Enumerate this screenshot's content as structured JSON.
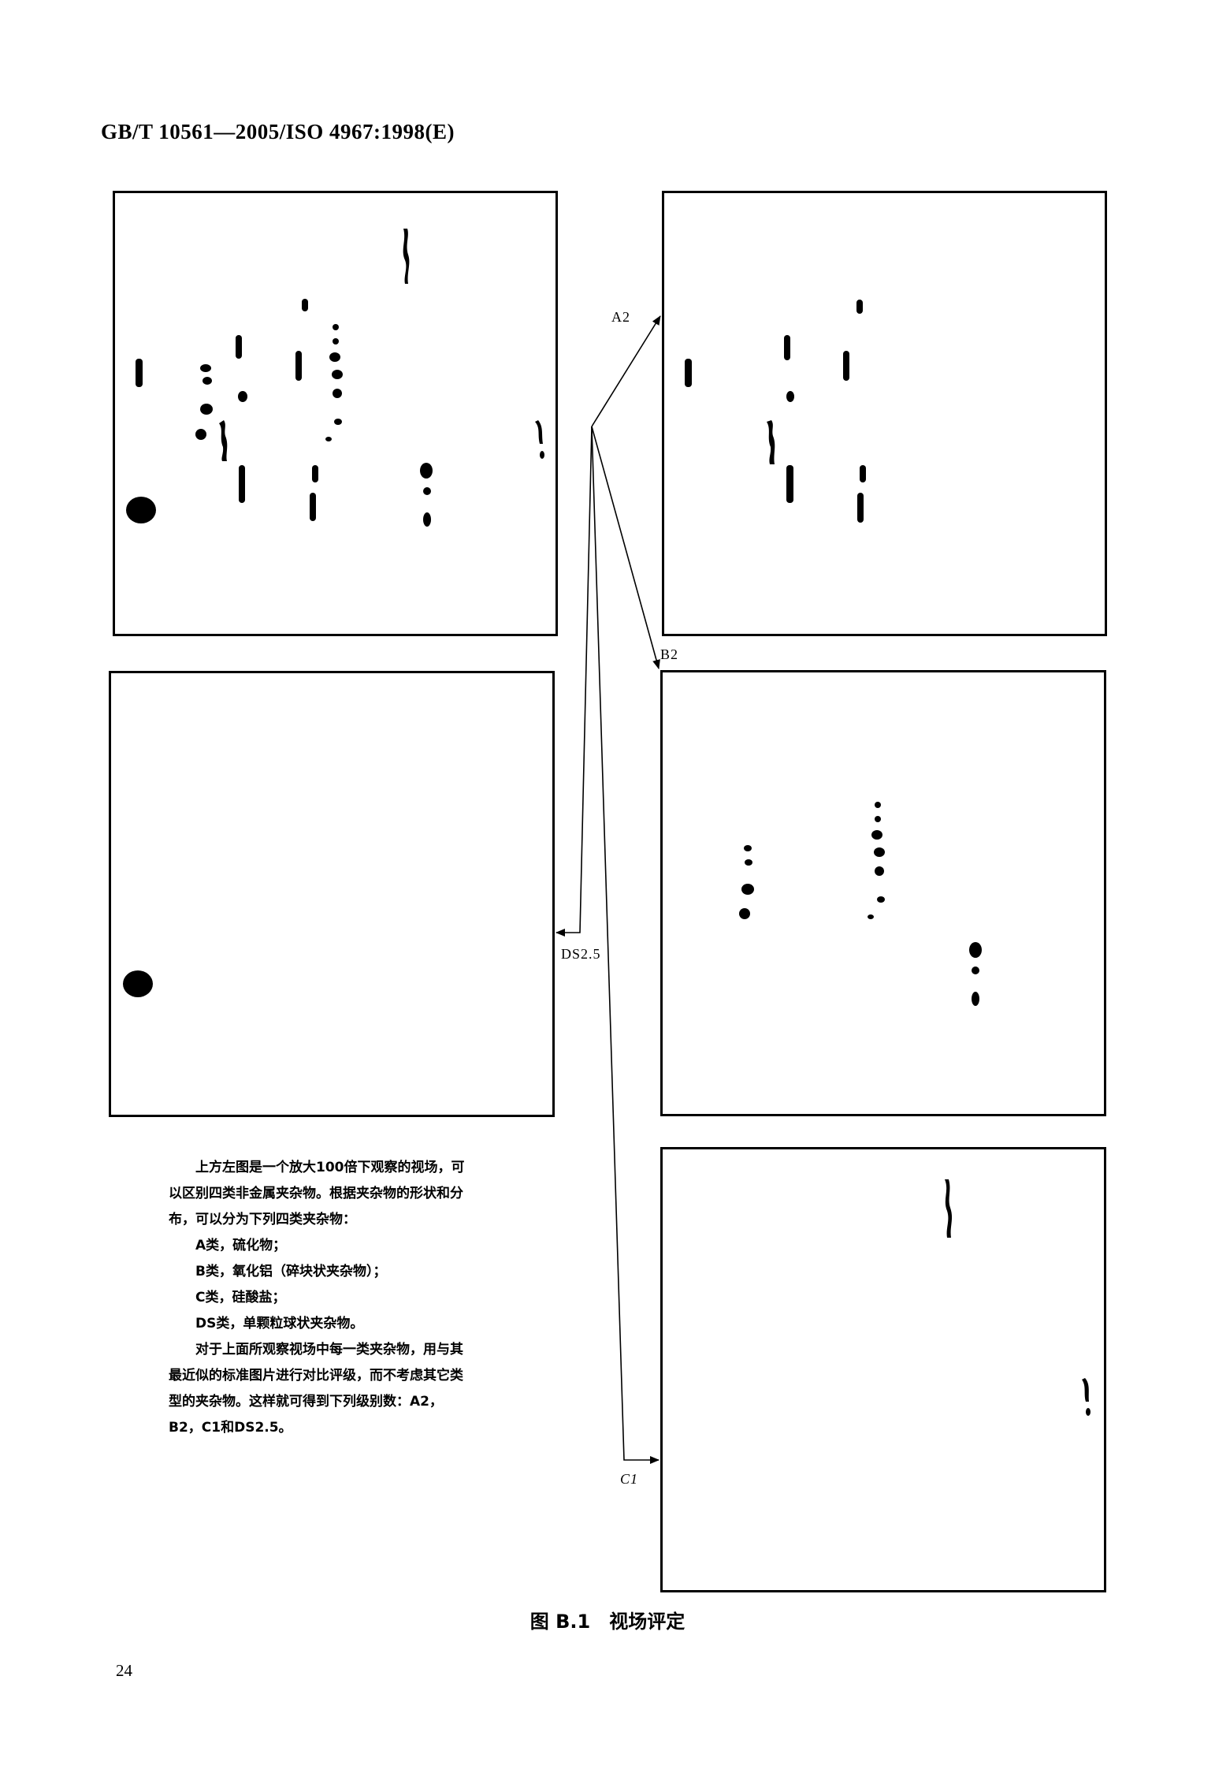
{
  "header": {
    "standard": "GB/T 10561—2005/ISO 4967:1998(E)"
  },
  "labels": {
    "a2": "A2",
    "b2": "B2",
    "ds": "DS2.5",
    "c1": "C1"
  },
  "description": {
    "intro": "上方左图是一个放大100倍下观察的视场，可以区别四类非金属夹杂物。根据夹杂物的形状和分布，可以分为下列四类夹杂物：",
    "items": [
      "A类，硫化物；",
      "B类，氧化铝（碎块状夹杂物）；",
      "C类，硅酸盐；",
      "DS类，单颗粒球状夹杂物。"
    ],
    "outro": "对于上面所观察视场中每一类夹杂物，用与其最近似的标准图片进行对比评级，而不考虑其它类型的夹杂物。这样就可得到下列级别数：A2，B2，C1和DS2.5。"
  },
  "caption": "图 B.1　视场评定",
  "page_number": "24"
}
